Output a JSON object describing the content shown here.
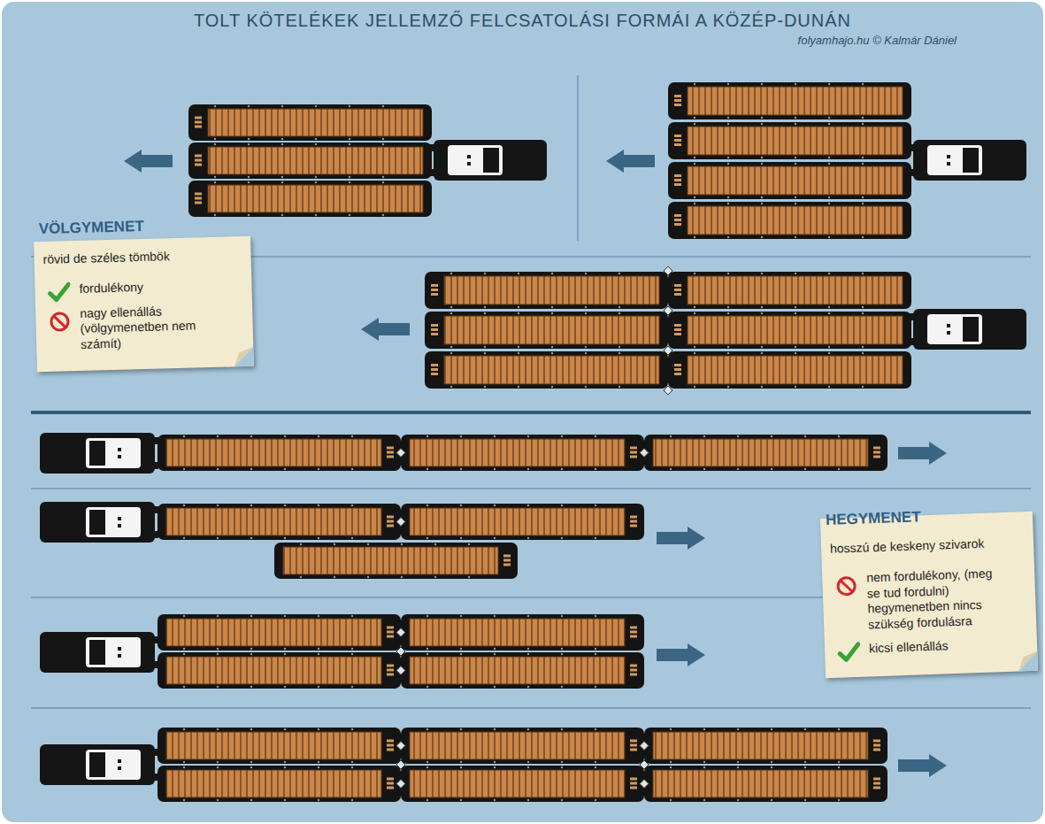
{
  "diagram": {
    "title": "TOLT KÖTELÉKEK JELLEMZŐ FELCSATOLÁSI FORMÁI A KÖZÉP-DUNÁN",
    "nodes": [
      {
        "text": [
          "VÖLGYMENET",
          "rövid de széles tömbök",
          "fordulékony",
          "nagy ellenállás (völgymenetben nem számít)"
        ]
      },
      {
        "text": [
          "HEGYMENET",
          "hosszú de keskeny szivarok",
          "nem fordulékony, (meg se tud fordulni) hegymenetben nincs szükség fordulásra",
          "kicsi ellenállás"
        ]
      }
    ],
    "labels": [
      "folyamhajo.hu © Kalmár Dániel"
    ]
  }
}
